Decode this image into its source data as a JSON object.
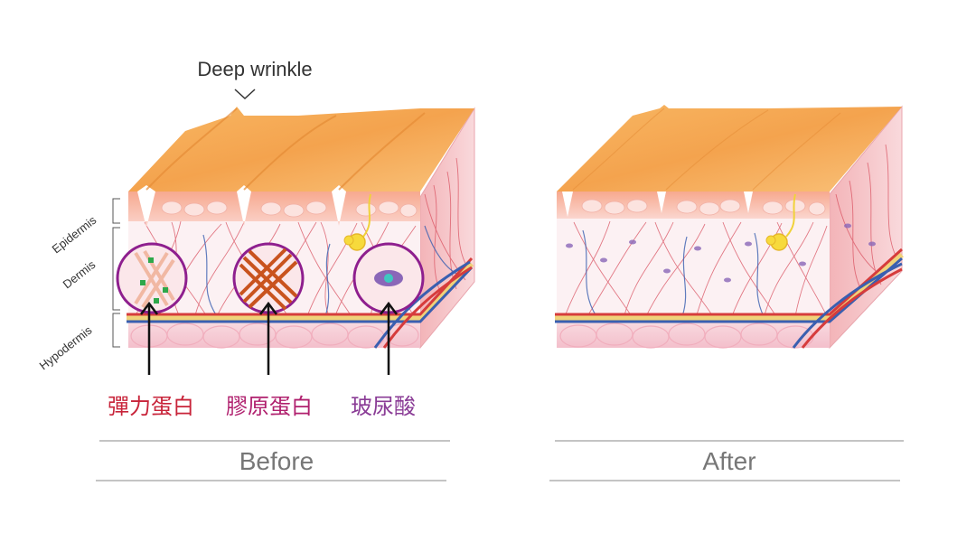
{
  "callout": {
    "deep_wrinkle": "Deep wrinkle"
  },
  "layers": {
    "epidermis": "Epidermis",
    "dermis": "Dermis",
    "hypodermis": "Hypodermis"
  },
  "components": [
    {
      "label": "彈力蛋白",
      "color": "#c8243a"
    },
    {
      "label": "膠原蛋白",
      "color": "#b0206e"
    },
    {
      "label": "玻尿酸",
      "color": "#8a3c96"
    }
  ],
  "panels": {
    "before": {
      "caption": "Before"
    },
    "after": {
      "caption": "After"
    }
  },
  "colors": {
    "skin_top": "#f6ad58",
    "skin_front": "#f7c9c2",
    "dermis_bg": "#fbeff2",
    "fat": "#f4c7d0",
    "fiber": "#d94a5a",
    "vessel_blue": "#3a5fb0",
    "vessel_red": "#d63c3c",
    "circle": "#8e1f8e"
  }
}
